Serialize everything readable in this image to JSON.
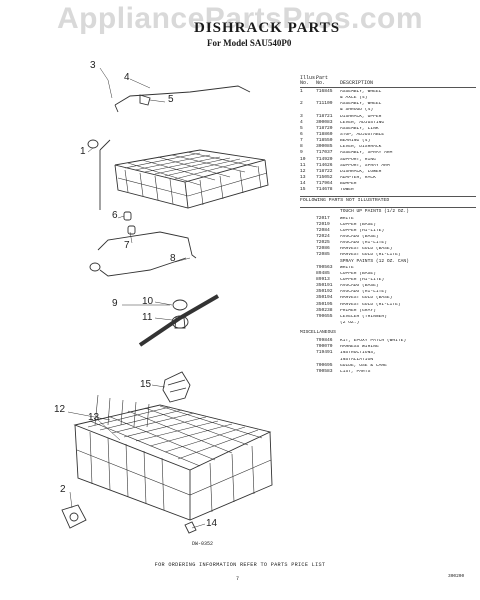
{
  "watermark": "AppliancePartsPros.com",
  "title": "DISHRACK PARTS",
  "subtitle": "For Model SAU540P0",
  "parts_table": {
    "col_illus": "Illus.",
    "col_no": "No.",
    "col_part": "Part",
    "col_part_no": "No.",
    "col_desc": "DESCRIPTION",
    "rows": [
      {
        "illus": "1",
        "part": "716845",
        "desc": "ASSEMBLY, WHEEL"
      },
      {
        "illus": "",
        "part": "",
        "desc": "& AXLE (4)"
      },
      {
        "illus": "2",
        "part": "711109",
        "desc": "ASSEMBLY, WHEEL"
      },
      {
        "illus": "",
        "part": "",
        "desc": "& SHROUD (4)"
      },
      {
        "illus": "3",
        "part": "718721",
        "desc": "DISHRACK, UPPER"
      },
      {
        "illus": "4",
        "part": "300083",
        "desc": "LEVER, ADJUSTING"
      },
      {
        "illus": "5",
        "part": "718720",
        "desc": "ASSEMBLY, LINK"
      },
      {
        "illus": "6",
        "part": "718860",
        "desc": "STOP, ADJUSTABLE"
      },
      {
        "illus": "7",
        "part": "718550",
        "desc": "BEARING (4)"
      },
      {
        "illus": "8",
        "part": "300085",
        "desc": "LEVER, DISHRACK"
      },
      {
        "illus": "9",
        "part": "717037",
        "desc": "ASSEMBLY, SPRAY ARM"
      },
      {
        "illus": "10",
        "part": "714920",
        "desc": "SUPPORT, RING"
      },
      {
        "illus": "11",
        "part": "714626",
        "desc": "SUPPORT, SPRAY ARM"
      },
      {
        "illus": "12",
        "part": "718722",
        "desc": "DISHRACK, LOWER"
      },
      {
        "illus": "13",
        "part": "715052",
        "desc": "ADAPTER, RACK"
      },
      {
        "illus": "14",
        "part": "717964",
        "desc": "BUMPER"
      },
      {
        "illus": "15",
        "part": "714678",
        "desc": "TOWER"
      }
    ]
  },
  "following_header": "FOLLOWING PARTS NOT ILLUSTRATED",
  "touch_up_header": "TOUCH UP PAINTS (1/2 OZ.)",
  "touch_up": [
    {
      "part": "72017",
      "desc": "WHITE"
    },
    {
      "part": "72019",
      "desc": "COPPER (BASE)"
    },
    {
      "part": "72084",
      "desc": "COPPER (HI-LITE)"
    },
    {
      "part": "72024",
      "desc": "AVOCADO (BASE)"
    },
    {
      "part": "72025",
      "desc": "AVOCADO (HI-LITE)"
    },
    {
      "part": "72086",
      "desc": "HARVEST GOLD (BASE)"
    },
    {
      "part": "72085",
      "desc": "HARVEST GOLD (HI-LITE)"
    }
  ],
  "spray_header": "SPRAY PAINTS (12 OZ. CAN)",
  "spray": [
    {
      "part": "790563",
      "desc": "WHITE"
    },
    {
      "part": "89485",
      "desc": "COPPER (BASE)"
    },
    {
      "part": "89913",
      "desc": "COPPER (HI-LITE)"
    },
    {
      "part": "350191",
      "desc": "AVOCADO (BASE)"
    },
    {
      "part": "350192",
      "desc": "AVOCADO (HI-LITE)"
    },
    {
      "part": "350194",
      "desc": "HARVEST GOLD (BASE)"
    },
    {
      "part": "350195",
      "desc": "HARVEST GOLD (HI-LITE)"
    },
    {
      "part": "350238",
      "desc": "PRIMER (GRAY)"
    },
    {
      "part": "790655",
      "desc": "LEVELER (THINNER)"
    },
    {
      "part": "",
      "desc": "(2 OZ.)"
    }
  ],
  "misc_header": "MISCELLANEOUS",
  "misc": [
    {
      "part": "799846",
      "desc": "KIT, EPOXY PATCH (WHITE)"
    },
    {
      "part": "700070",
      "desc": "HARNESS WIRING"
    },
    {
      "part": "719491",
      "desc": "INSTRUCTIONS,"
    },
    {
      "part": "",
      "desc": "INSTALLATION"
    },
    {
      "part": "700695",
      "desc": "GUIDE, USE & CARE"
    },
    {
      "part": "700583",
      "desc": "LIST, PARTS"
    }
  ],
  "callouts": [
    "1",
    "2",
    "3",
    "4",
    "5",
    "6",
    "7",
    "8",
    "9",
    "10",
    "11",
    "12",
    "13",
    "14",
    "15"
  ],
  "figure_code": "DW-0352",
  "footer": "FOR ORDERING INFORMATION REFER TO PARTS PRICE LIST",
  "page_number": "7",
  "doc_code": "300200"
}
